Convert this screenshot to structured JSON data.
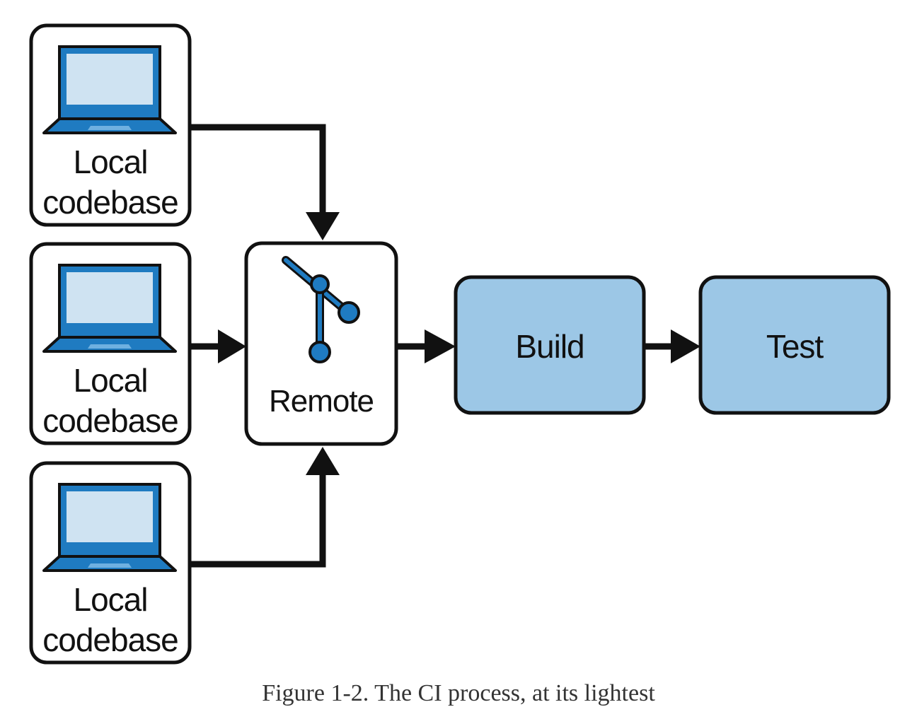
{
  "local_codebases": [
    {
      "line1": "Local",
      "line2": "codebase"
    },
    {
      "line1": "Local",
      "line2": "codebase"
    },
    {
      "line1": "Local",
      "line2": "codebase"
    }
  ],
  "remote": {
    "label": "Remote",
    "icon": "git-branch-icon"
  },
  "build": {
    "label": "Build"
  },
  "test": {
    "label": "Test"
  },
  "caption": "Figure 1-2. The CI process, at its lightest",
  "colors": {
    "stroke": "#111111",
    "stage_fill": "#9cc7e6",
    "screen_fill": "#cfe3f2",
    "laptop_blue": "#1f7bc1",
    "git_blue": "#1f7bc1"
  }
}
